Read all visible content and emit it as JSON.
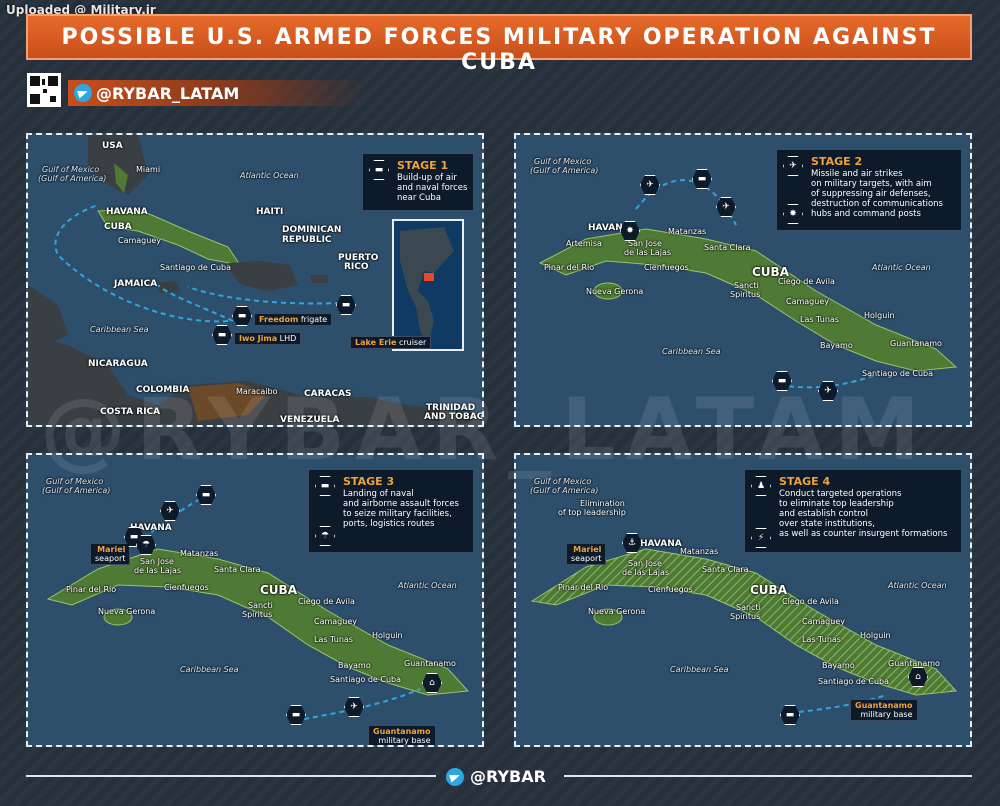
{
  "uploaded": "Uploaded @ Military.ir",
  "title": "POSSIBLE U.S. ARMED FORCES MILITARY OPERATION AGAINST CUBA",
  "handle_top": "@RYBAR_LATAM",
  "handle_bottom": "@RYBAR",
  "watermark": "@RYBAR_LATAM",
  "colors": {
    "accent": "#e66a2a",
    "stage_text": "#f0a23a",
    "land_green": "#4f7a35",
    "sea": "#2d4f6c",
    "route": "#2ea6df"
  },
  "panel1": {
    "stage": "STAGE 1",
    "text": [
      "Build-up of air",
      "and naval forces",
      "near Cuba"
    ],
    "labels": {
      "gulf": "Gulf of Mexico",
      "gulf2": "(Gulf of America)",
      "usa": "USA",
      "miami": "Miami",
      "atlantic": "Atlantic Ocean",
      "havana": "HAVANA",
      "cuba": "CUBA",
      "camaguey": "Camaguey",
      "santiago": "Santiago de Cuba",
      "haiti": "HAITI",
      "dominican": "DOMINICAN",
      "republic": "REPUBLIC",
      "puerto": "PUERTO",
      "rico": "RICO",
      "jamaica": "JAMAICA",
      "caribbean": "Caribbean Sea",
      "nicaragua": "NICARAGUA",
      "colombia": "COLOMBIA",
      "maracaibo": "Maracaibo",
      "caracas": "CARACAS",
      "costarica": "COSTA RICA",
      "venezuela": "VENEZUELA",
      "trinidad": "TRINIDAD",
      "tobago": "AND TOBAGO"
    },
    "ships": {
      "freedom_name": "Freedom",
      "freedom_type": "frigate",
      "iwo_name": "Iwo Jima",
      "iwo_type": "LHD",
      "erie_name": "Lake Erie",
      "erie_type": "cruiser"
    }
  },
  "panel2": {
    "stage": "STAGE 2",
    "text": [
      "Missile and air strikes",
      "on military targets, with aim",
      "of suppressing air defenses,",
      "destruction of communications",
      "hubs and command posts"
    ],
    "labels": {
      "gulf": "Gulf of Mexico",
      "gulf2": "(Gulf of America)",
      "havana": "HAVANA",
      "artemisa": "Artemisa",
      "sanjose": "San Jose",
      "lajas": "de las Lajas",
      "matanzas": "Matanzas",
      "santaclara": "Santa Clara",
      "pinar": "Pinar del Rio",
      "cienfuegos": "Cienfuegos",
      "cuba": "CUBA",
      "atlantic": "Atlantic Ocean",
      "ciego": "Ciego de Avila",
      "sancti": "Sancti",
      "spiritus": "Spiritus",
      "nuevagerona": "Nueva Gerona",
      "camaguey": "Camaguey",
      "lastunas": "Las Tunas",
      "holguin": "Holguin",
      "bayamo": "Bayamo",
      "guantanamo": "Guantanamo",
      "caribbean": "Caribbean Sea",
      "santiago": "Santiago de Cuba"
    }
  },
  "panel3": {
    "stage": "STAGE 3",
    "text": [
      "Landing of naval",
      "and airborne assault forces",
      "to seize military facilities,",
      "ports, logistics routes"
    ],
    "labels": {
      "gulf": "Gulf of Mexico",
      "gulf2": "(Gulf of America)",
      "havana": "HAVANA",
      "mariel": "Mariel",
      "seaport": "seaport",
      "sanjose": "San Jose",
      "lajas": "de las Lajas",
      "matanzas": "Matanzas",
      "santaclara": "Santa Clara",
      "pinar": "Pinar del Rio",
      "cienfuegos": "Cienfuegos",
      "cuba": "CUBA",
      "atlantic": "Atlantic Ocean",
      "ciego": "Ciego de Avila",
      "sancti": "Sancti",
      "spiritus": "Spiritus",
      "nuevagerona": "Nueva Gerona",
      "camaguey": "Camaguey",
      "lastunas": "Las Tunas",
      "holguin": "Holguin",
      "bayamo": "Bayamo",
      "guantanamo": "Guantanamo",
      "caribbean": "Caribbean Sea",
      "santiago": "Santiago de Cuba",
      "gbase": "Guantanamo",
      "gbase2": "military base"
    }
  },
  "panel4": {
    "stage": "STAGE 4",
    "text": [
      "Conduct targeted operations",
      "to eliminate top leadership",
      "and establish control",
      "over state institutions,",
      "as well as counter insurgent formations"
    ],
    "labels": {
      "gulf": "Gulf of Mexico",
      "gulf2": "(Gulf of America)",
      "elim": "Elimination",
      "elim2": "of top leadership",
      "havana": "HAVANA",
      "mariel": "Mariel",
      "seaport": "seaport",
      "sanjose": "San Jose",
      "lajas": "de las Lajas",
      "matanzas": "Matanzas",
      "santaclara": "Santa Clara",
      "pinar": "Pinar del Rio",
      "cienfuegos": "Cienfuegos",
      "cuba": "CUBA",
      "atlantic": "Atlantic Ocean",
      "ciego": "Ciego de Avila",
      "sancti": "Sancti",
      "spiritus": "Spiritus",
      "nuevagerona": "Nueva Gerona",
      "camaguey": "Camaguey",
      "lastunas": "Las Tunas",
      "holguin": "Holguin",
      "bayamo": "Bayamo",
      "guantanamo": "Guantanamo",
      "caribbean": "Caribbean Sea",
      "santiago": "Santiago de Cuba",
      "gbase": "Guantanamo",
      "gbase2": "military base"
    }
  }
}
